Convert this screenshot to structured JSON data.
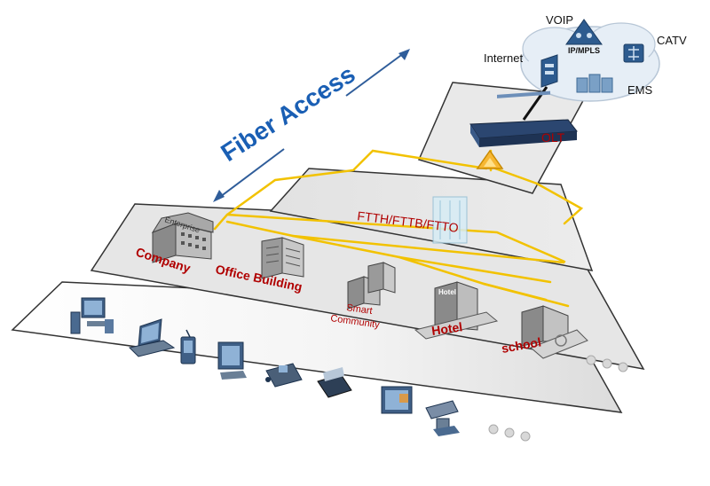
{
  "network": {
    "cloud_label": "IP/MPLS",
    "services": [
      "VOIP",
      "CATV",
      "Internet",
      "EMS"
    ]
  },
  "central": {
    "olt_label": "OLT"
  },
  "distribution": {
    "label": "FTTH/FTTB/FTTO"
  },
  "headline": {
    "text": "Fiber Access"
  },
  "sites": {
    "enterprise_sign": "Enterprise",
    "company": "Company",
    "office": "Office Building",
    "community_line1": "Smart",
    "community_line2": "Community",
    "hotel": "Hotel",
    "hotel_sign": "Hotel",
    "school": "school"
  },
  "colors": {
    "fiber": "#f2c200",
    "platform_fill": "#e7e7e7",
    "headline": "#1a5fb4",
    "arrow": "#2f5d9a",
    "site_label": "#b00000"
  }
}
